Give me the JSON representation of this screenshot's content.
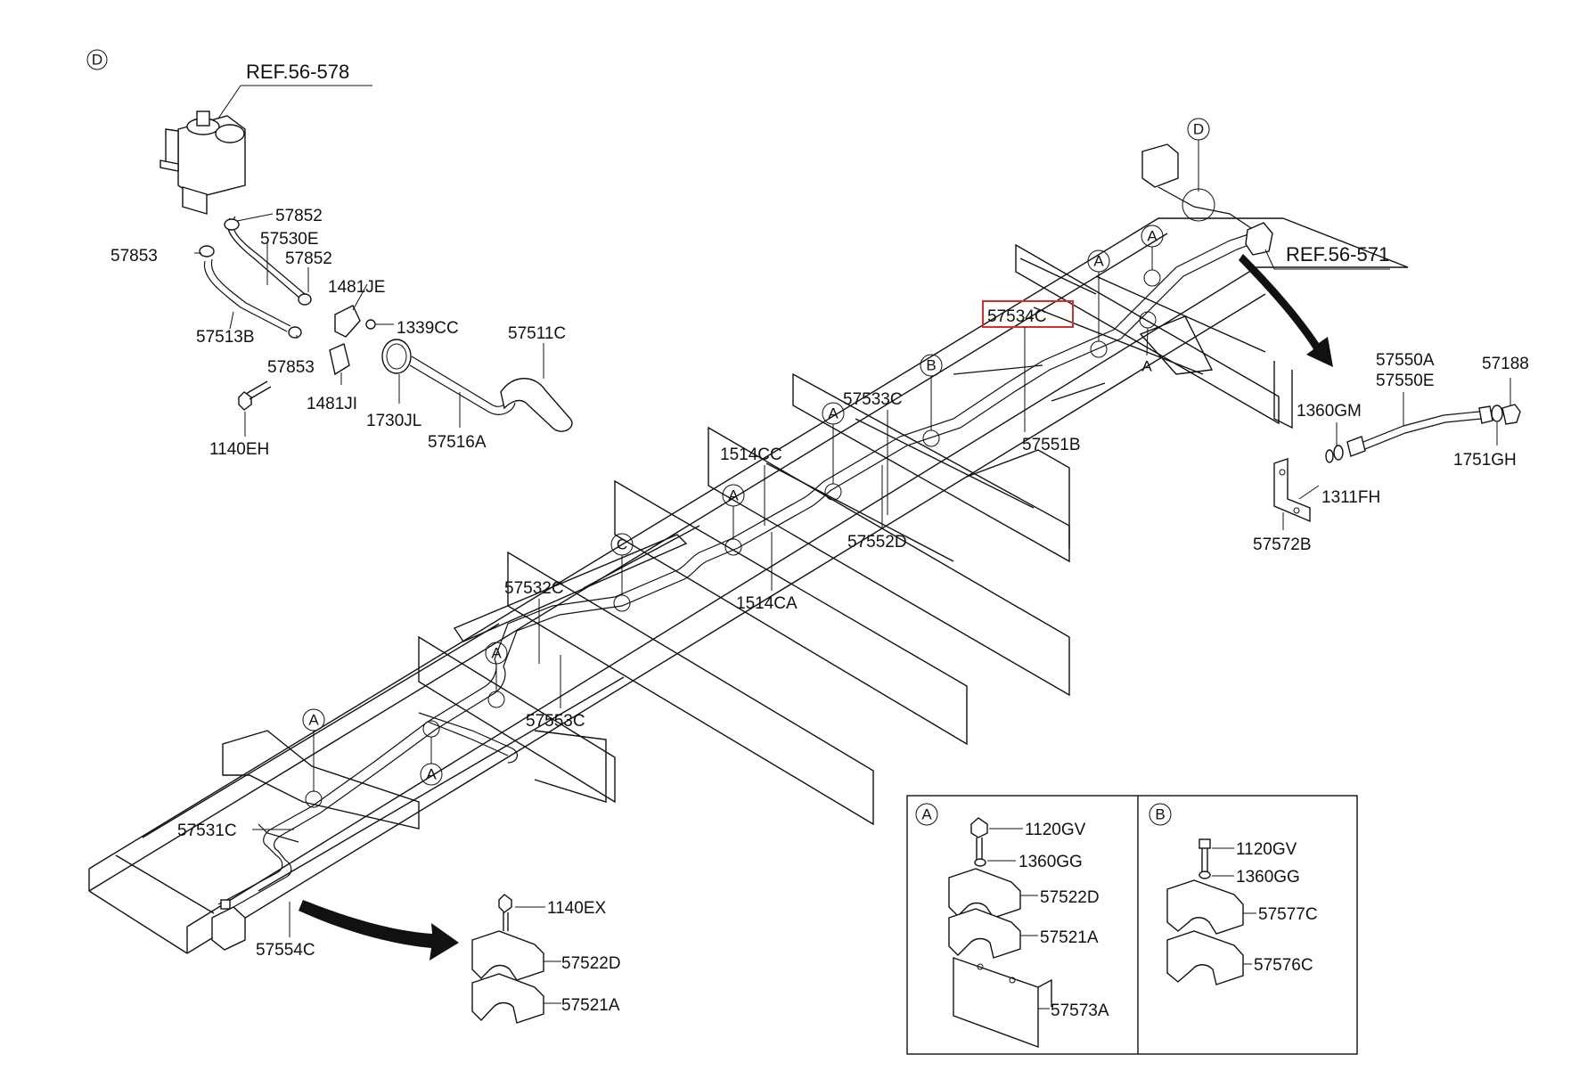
{
  "labels": {
    "ref_56_578": "REF.56-578",
    "ref_56_571": "REF.56-571",
    "l_57852a": "57852",
    "l_57530e": "57530E",
    "l_57853a": "57853",
    "l_57852b": "57852",
    "l_1481je": "1481JE",
    "l_1339cc": "1339CC",
    "l_57511c": "57511C",
    "l_57513b": "57513B",
    "l_57853b": "57853",
    "l_1481ji": "1481JI",
    "l_1730jl": "1730JL",
    "l_57516a": "57516A",
    "l_1140eh": "1140EH",
    "l_57534c": "57534C",
    "l_57533c": "57533C",
    "l_57551b": "57551B",
    "l_1514cc": "1514CC",
    "l_57552d": "57552D",
    "l_57532c": "57532C",
    "l_1514ca": "1514CA",
    "l_57553c": "57553C",
    "l_57531c": "57531C",
    "l_57554c": "57554C",
    "l_1140ex": "1140EX",
    "l_57522d_m": "57522D",
    "l_57521a_m": "57521A",
    "l_57550a": "57550A",
    "l_57550e": "57550E",
    "l_57188": "57188",
    "l_1360gm": "1360GM",
    "l_1751gh": "1751GH",
    "l_1311fh": "1311FH",
    "l_57572b": "57572B",
    "a_1120gv": "1120GV",
    "a_1360gg": "1360GG",
    "a_57522d": "57522D",
    "a_57521a": "57521A",
    "a_57573a": "57573A",
    "b_1120gv": "1120GV",
    "b_1360gg": "1360GG",
    "b_57577c": "57577C",
    "b_57576c": "57576C"
  },
  "callouts": {
    "A": "A",
    "B": "B",
    "C": "C",
    "D": "D"
  },
  "highlight_color": "#d32f2f"
}
